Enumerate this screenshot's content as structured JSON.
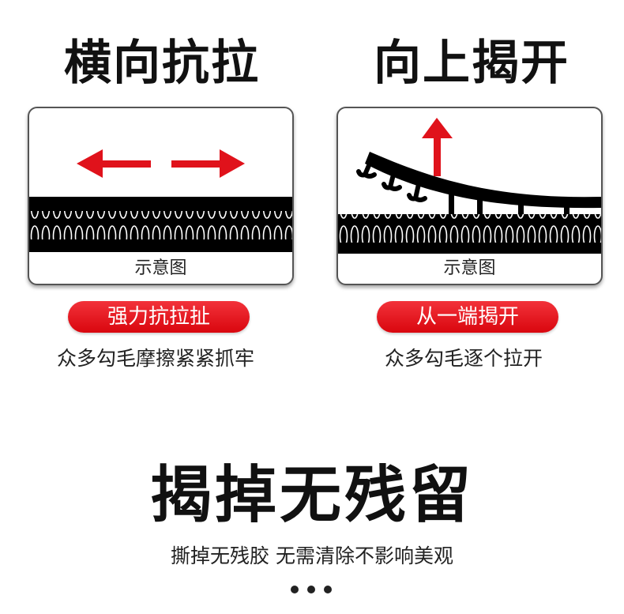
{
  "left": {
    "title": "横向抗拉",
    "caption": "示意图",
    "pill": "强力抗拉扯",
    "subtitle": "众多勾毛摩擦紧紧抓牢"
  },
  "right": {
    "title": "向上揭开",
    "caption": "示意图",
    "pill": "从一端揭开",
    "subtitle": "众多勾毛逐个拉开"
  },
  "headline": "揭掉无残留",
  "tagline": "撕掉无残胶 无需清除不影响美观",
  "colors": {
    "accent": "#e0121b",
    "text": "#111111"
  }
}
